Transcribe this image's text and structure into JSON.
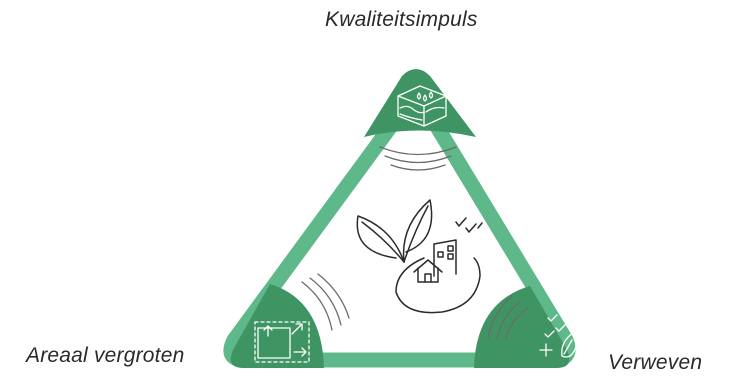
{
  "diagram": {
    "corners": {
      "top": {
        "label": "Kwaliteitsimpuls",
        "icon": "soil-water-icon"
      },
      "left": {
        "label": "Areaal vergroten",
        "icon": "area-expand-icon"
      },
      "right": {
        "label": "Verweven",
        "icon": "checks-leaf-icon"
      }
    },
    "center_icon": "nature-house-icon",
    "colors": {
      "frame": "#5fb88a",
      "corner": "#3f9463",
      "ink": "#2b2b2b",
      "line_art_on_green": "#ffffff"
    }
  }
}
